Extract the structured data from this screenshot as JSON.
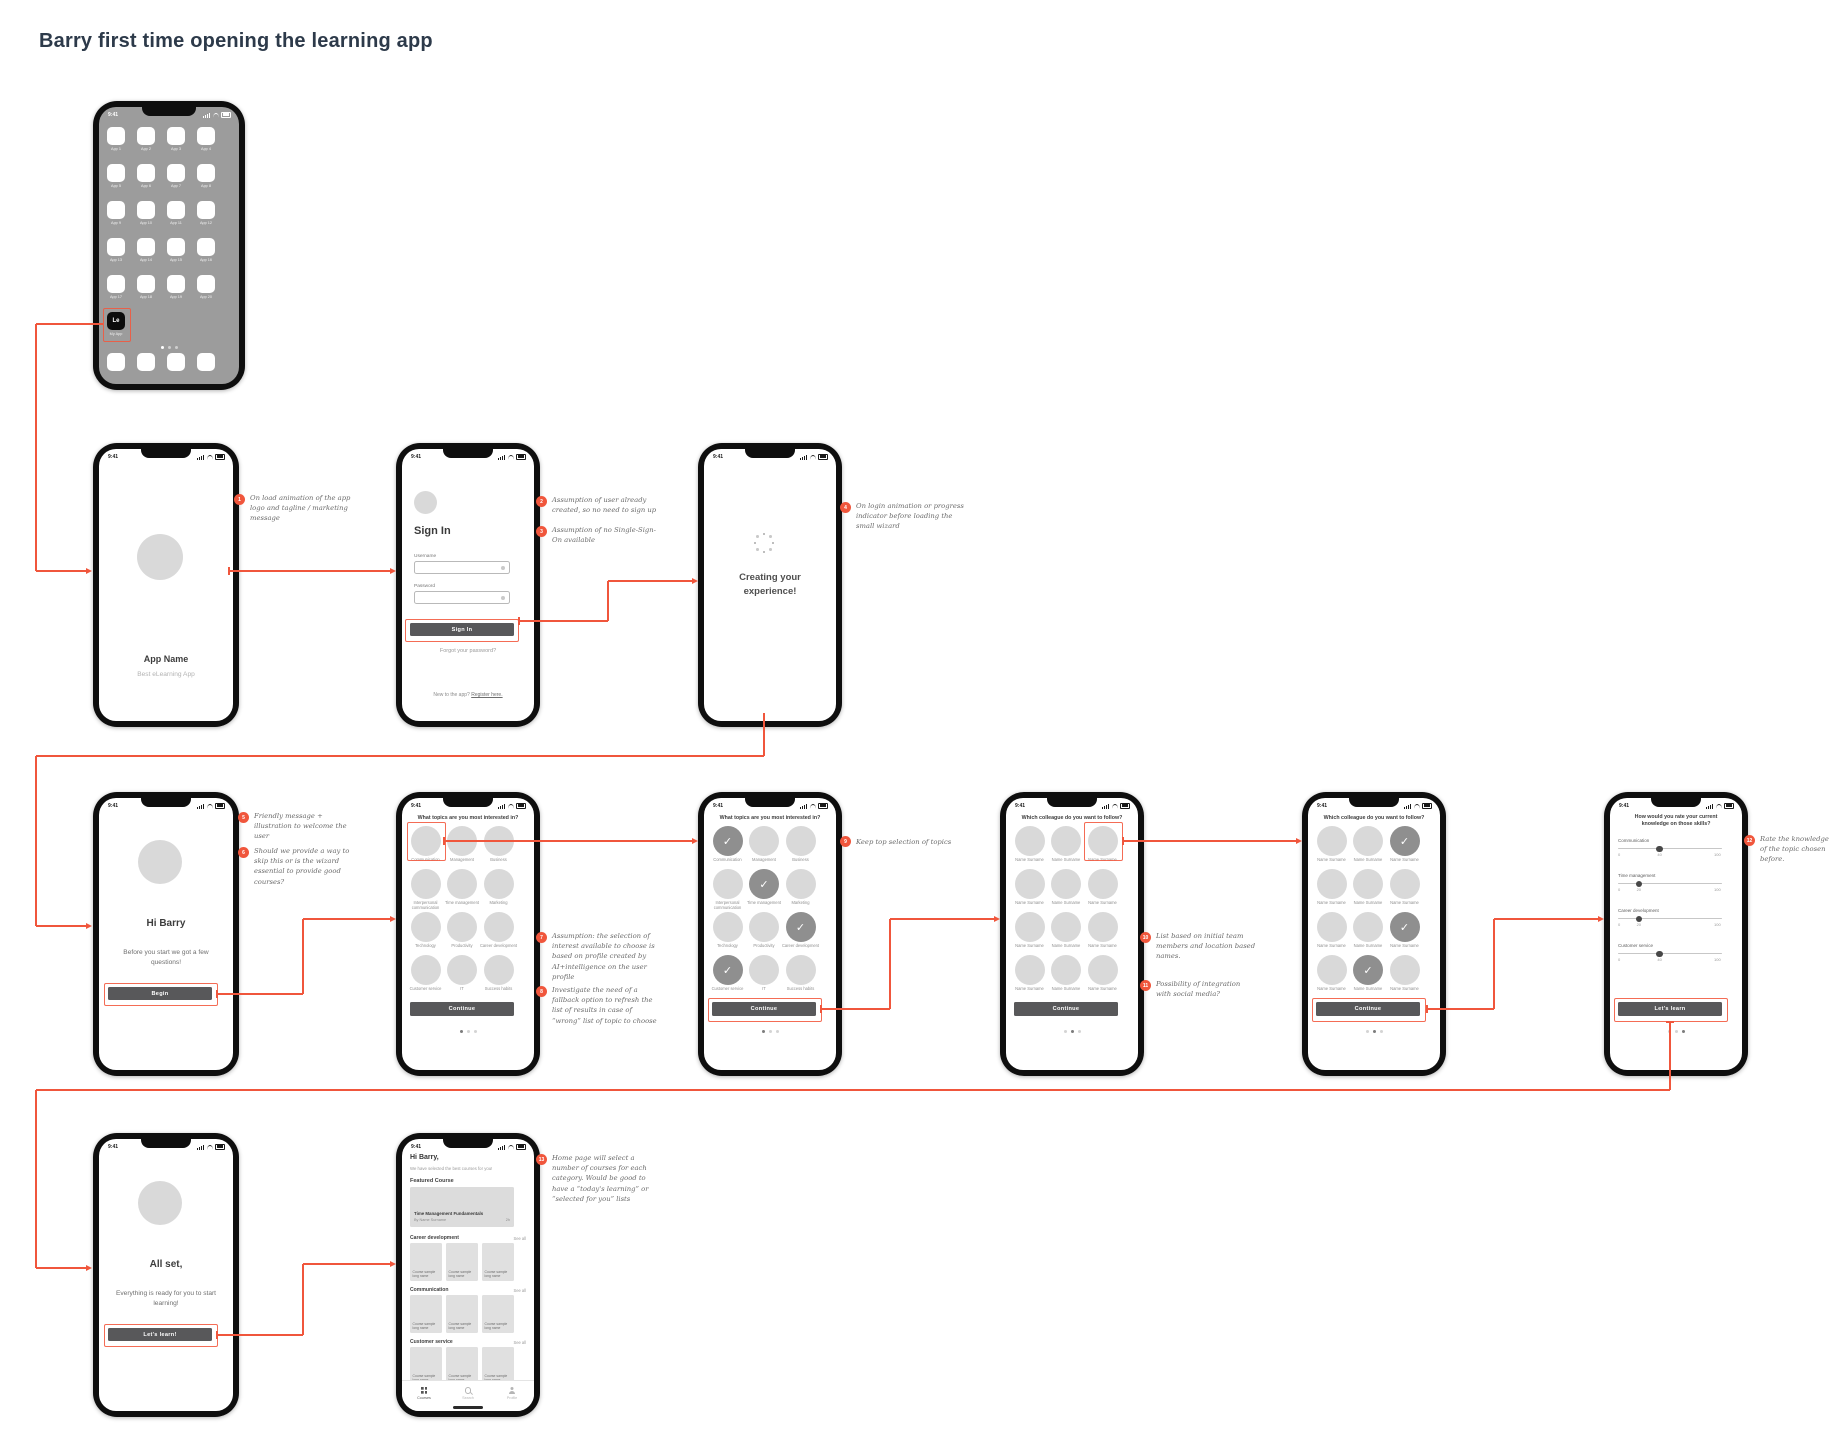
{
  "page": {
    "title": "Barry first time opening the learning app"
  },
  "accent": "#f0563c",
  "status_time": "9:41",
  "phones": {
    "home": {
      "apps": [
        "App 1",
        "App 2",
        "App 3",
        "App 4",
        "App 5",
        "App 6",
        "App 7",
        "App 8",
        "App 9",
        "App 10",
        "App 11",
        "App 12",
        "App 13",
        "App 14",
        "App 15",
        "App 16",
        "App 17",
        "App 18",
        "App 19",
        "App 20"
      ],
      "highlight_app": {
        "label": "Le",
        "name": "My App"
      }
    },
    "splash": {
      "app_name": "App Name",
      "tagline": "Best eLearning App"
    },
    "sign_in": {
      "title": "Sign In",
      "username_label": "Username",
      "password_label": "Password",
      "button": "Sign In",
      "forgot": "Forgot your password?",
      "register_prefix": "New to the app?",
      "register_link": "Register here."
    },
    "creating": {
      "title": "Creating your experience!"
    },
    "welcome": {
      "title": "Hi Barry",
      "subtitle": "Before you start we got a few questions!",
      "button": "Begin"
    },
    "topics": {
      "title": "What topics are you most interested in?",
      "items": [
        "Communication",
        "Management",
        "Business",
        "Interpersonal communication",
        "Time management",
        "Marketing",
        "Technology",
        "Productivity",
        "Career development",
        "Customer service",
        "IT",
        "Success habits"
      ],
      "button": "Continue",
      "selected_indexes": [
        0,
        4,
        8,
        9
      ],
      "highlight_index": 0
    },
    "colleagues": {
      "title": "Which colleague do you want to follow?",
      "name_label": "Name Surname",
      "count": 12,
      "button": "Continue",
      "selected_indexes": [
        2,
        8,
        10
      ],
      "highlight_index": 2
    },
    "skills": {
      "title": "How would you rate your current knowledge on those skills?",
      "min": "0",
      "max": "100",
      "sliders": [
        {
          "label": "Communication",
          "value": 40
        },
        {
          "label": "Time management",
          "value": 20
        },
        {
          "label": "Career development",
          "value": 20
        },
        {
          "label": "Customer service",
          "value": 40
        }
      ],
      "button": "Let's learn"
    },
    "all_set": {
      "title": "All set,",
      "subtitle": "Everything is ready for you to start learning!",
      "button": "Let's learn!"
    },
    "feed": {
      "greeting": "Hi Barry,",
      "subtitle": "We have selected the best courses for you!",
      "featured_header": "Featured Course",
      "featured": {
        "title": "Time Management Fundamentals",
        "author": "By Name Surname",
        "duration": "2h"
      },
      "sections": [
        {
          "title": "Career development",
          "link": "See all"
        },
        {
          "title": "Communication",
          "link": "See all"
        },
        {
          "title": "Customer service",
          "link": "See all"
        }
      ],
      "course_card_label": "Course sample long name",
      "tabs": [
        {
          "label": "Courses"
        },
        {
          "label": "Search"
        },
        {
          "label": "Profile"
        }
      ]
    }
  },
  "annotations": [
    {
      "n": "1",
      "text": "On load animation of the app logo and tagline / marketing message"
    },
    {
      "n": "2",
      "text": "Assumption of user already created, so no need to sign up"
    },
    {
      "n": "3",
      "text": "Assumption of no Single-Sign-On available"
    },
    {
      "n": "4",
      "text": "On login animation or progress indicator before loading the small wizard"
    },
    {
      "n": "5",
      "text": "Friendly message + illustration to welcome the user"
    },
    {
      "n": "6",
      "text": "Should we provide a way to skip this or is the wizard essential to provide good courses?"
    },
    {
      "n": "7",
      "text": "Assumption: the selection of interest available to choose is based on profile created by AI+intelligence on the user profile"
    },
    {
      "n": "8",
      "text": "Investigate the need of a fallback option to refresh the list of results in case of “wrong” list of topic to choose"
    },
    {
      "n": "9",
      "text": "Keep top selection of topics"
    },
    {
      "n": "10",
      "text": "List based on initial team members and location based names."
    },
    {
      "n": "11",
      "text": "Possibility of integration with social media?"
    },
    {
      "n": "12",
      "text": "Rate the knowledge of the topic chosen before."
    },
    {
      "n": "13",
      "text": "Home page will select a number of courses for each category. Would be good to have a “today's learning” or “selected for you” lists"
    }
  ]
}
